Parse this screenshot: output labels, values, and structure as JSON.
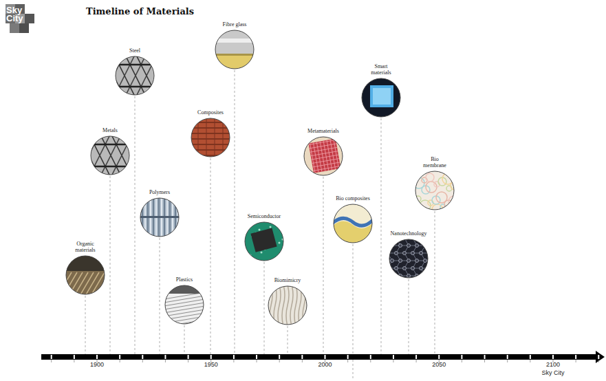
{
  "diagram": {
    "title": "Timeline of Materials",
    "nodes": [
      {
        "text": [
          "Organic materials"
        ]
      },
      {
        "text": [
          "Metals"
        ]
      },
      {
        "text": [
          "Steel"
        ]
      },
      {
        "text": [
          "Polymers"
        ]
      },
      {
        "text": [
          "Plastics"
        ]
      },
      {
        "text": [
          "Composites"
        ]
      },
      {
        "text": [
          "Fibre glass"
        ]
      },
      {
        "text": [
          "Semiconductor"
        ]
      },
      {
        "text": [
          "Biomimicry"
        ]
      },
      {
        "text": [
          "Metamaterials"
        ]
      },
      {
        "text": [
          "Bio composites"
        ]
      },
      {
        "text": [
          "Smart materials"
        ]
      },
      {
        "text": [
          "Nanotechnology"
        ]
      },
      {
        "text": [
          "Bio membrane"
        ]
      }
    ],
    "labels": [
      "Sky City",
      "1900",
      "1950",
      "2000",
      "2050",
      "2100",
      "Sky City"
    ]
  }
}
